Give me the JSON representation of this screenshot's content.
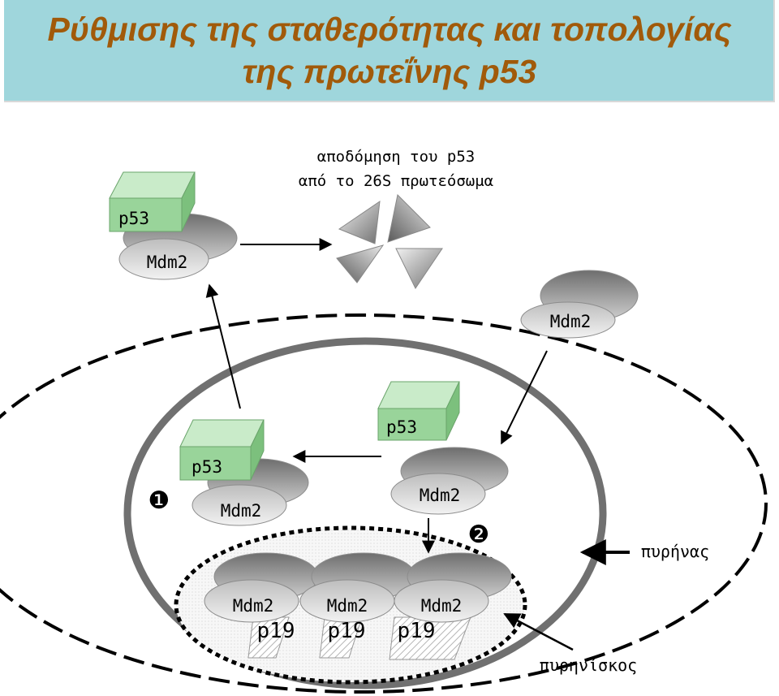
{
  "title": {
    "line1": "Ρύθμισης της σταθερότητας και τοπολογίας",
    "line2": "της πρωτεΐνης p53"
  },
  "degradation": {
    "line1": "αποδόμηση του p53",
    "line2": "από το 26S πρωτεόσωμα"
  },
  "labels": {
    "p53": "p53",
    "mdm2": "Mdm2",
    "p19": "p19",
    "nucleus": "πυρήνας",
    "nucleolus": "πυρηνίσκος",
    "step1": "❶",
    "step2": "❷"
  },
  "colors": {
    "title_bg": "#9fd6dc",
    "title_text": "#a15a0a",
    "p53_green": "#99d49a",
    "mdm2_grey": "#a8a8a8",
    "membrane": "#707070"
  }
}
